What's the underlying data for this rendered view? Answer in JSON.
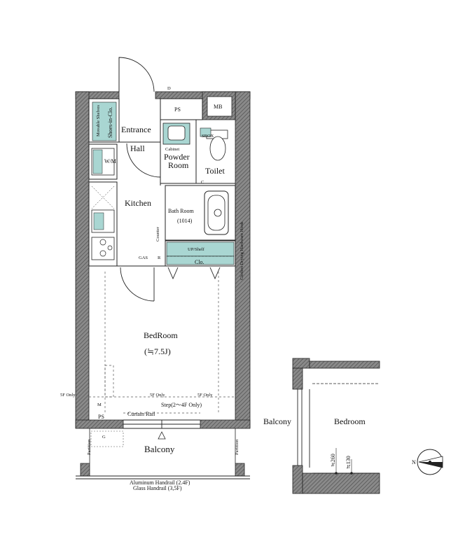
{
  "rooms": {
    "entrance": "Entrance",
    "ps_top": "PS",
    "mb": "MB",
    "hall": "Hall",
    "wm": "W/M",
    "powder_room": "Powder\nRoom",
    "cabinet": "Cabinet",
    "toilet": "Toilet",
    "kitchen": "Kitchen",
    "bath_room": "Bath Room",
    "bath_size": "(1014)",
    "counter": "Counter",
    "up_shelf": "UP/Shelf",
    "clo": "Clo.",
    "bedroom": "BedRoom",
    "bedroom_size": "(≒7.5J)",
    "balcony": "Balcony",
    "ps_bottom": "PS",
    "curtain_rail": "Curtain Rail",
    "step": "Step(2～4F Only)",
    "partition_left": "Partition",
    "partition_right": "Partition"
  },
  "small_labels": {
    "movable_shelves": "Movable Shelves",
    "shoes_in_clo": "Shoes-in-Clo.",
    "sbox": "SBOX",
    "gas": "GAS",
    "clothes_drying": "Clothes Drying Hardware Hook",
    "five_f_only_left": "5F Only",
    "five_f_only_mid": "5F Only",
    "five_f_only_right": "5F Only",
    "marker_d": "D",
    "marker_c": "C",
    "marker_r": "R",
    "marker_g": "G",
    "marker_m": "M"
  },
  "footer": {
    "handrail_1": "Aluminum Handrail (2.4F)",
    "handrail_2": "Glass Handrail (3,5F)"
  },
  "section": {
    "balcony": "Balcony",
    "bedroom": "Bedroom",
    "dim_260": "≒260",
    "dim_130": "≒130"
  },
  "compass": {
    "north": "N"
  },
  "colors": {
    "wall": "#6b6b6b",
    "accent_fill": "#a9d6d2",
    "line": "#222222"
  }
}
